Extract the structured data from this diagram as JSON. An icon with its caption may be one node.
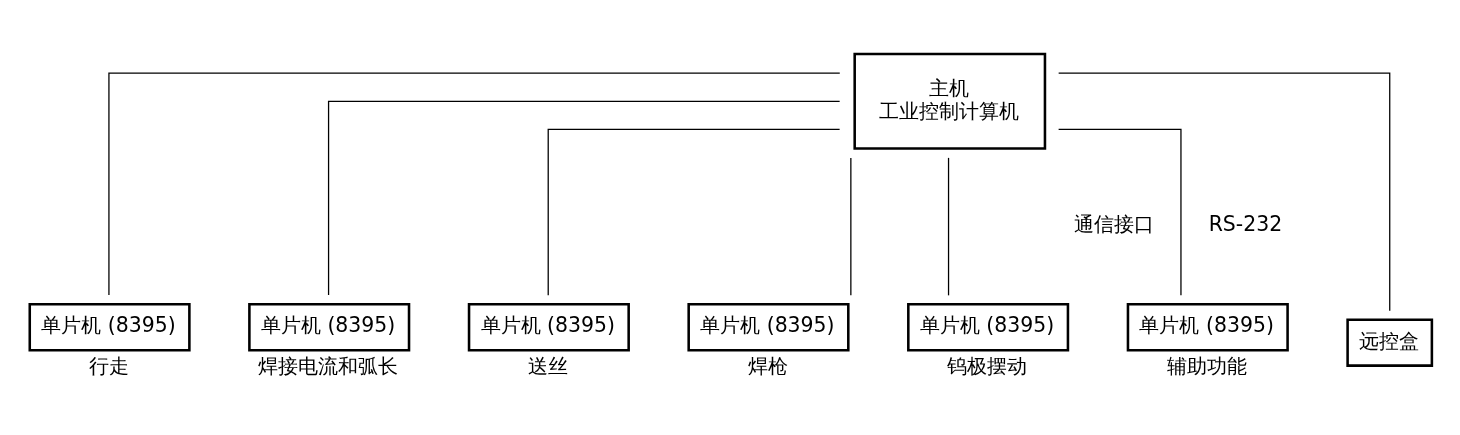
{
  "diagram": {
    "nodes": [
      {
        "text": [
          "主机",
          "工业控制计算机"
        ]
      },
      {
        "text": [
          "单片机 (8395)"
        ],
        "beside": [
          "行走"
        ]
      },
      {
        "text": [
          "单片机 (8395)"
        ],
        "beside": [
          "焊接电流和弧长"
        ]
      },
      {
        "text": [
          "单片机 (8395)"
        ],
        "beside": [
          "送丝"
        ]
      },
      {
        "text": [
          "单片机 (8395)"
        ],
        "beside": [
          "辅助功能"
        ]
      },
      {
        "text": [
          "单片机 (8395)"
        ],
        "beside": [
          "焊枪"
        ]
      },
      {
        "text": [
          "单片机 (8395)"
        ],
        "beside": [
          "钨极摆动"
        ]
      },
      {
        "text": [
          "远控盒"
        ]
      }
    ],
    "edges": [
      {
        "from": 0,
        "to": 1,
        "arrow": "none"
      },
      {
        "from": 0,
        "to": 2,
        "arrow": "none"
      },
      {
        "from": 0,
        "to": 3,
        "arrow": "none"
      },
      {
        "from": 0,
        "to": 4,
        "arrow": "none"
      },
      {
        "from": 0,
        "to": 5,
        "arrow": "none"
      },
      {
        "from": 0,
        "to": 6,
        "arrow": "none"
      },
      {
        "from": 0,
        "to": 7,
        "arrow": "none"
      }
    ],
    "labels": [
      "通信接口",
      "RS-232"
    ]
  }
}
